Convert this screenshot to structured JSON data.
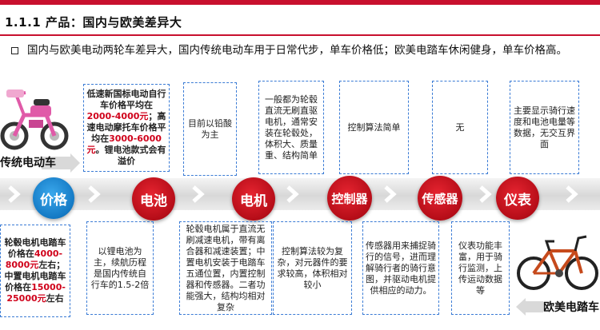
{
  "header": {
    "title": "1.1.1 产品：国内与欧美差异大"
  },
  "summary": {
    "bullet": "国内与欧美电动两轮车差异大，国内传统电动车用于日常代步，单车价格低；欧美电踏车休闲健身，单车价格高。"
  },
  "labels": {
    "domestic": "传统电动车",
    "western": "欧美电踏车"
  },
  "categories": [
    {
      "key": "price",
      "label": "价格",
      "color": "#1479c4"
    },
    {
      "key": "battery",
      "label": "电池",
      "color": "#b50d18"
    },
    {
      "key": "motor",
      "label": "电机",
      "color": "#b50d18"
    },
    {
      "key": "controller",
      "label": "控制器",
      "color": "#b50d18"
    },
    {
      "key": "sensor",
      "label": "传感器",
      "color": "#b50d18"
    },
    {
      "key": "meter",
      "label": "仪表",
      "color": "#b50d18"
    }
  ],
  "domestic_boxes": {
    "price": {
      "l1": "低速新国标电动自行车价格平均在",
      "r1": "2000-4000元",
      "l2": "；高速电动摩托车价格平均在",
      "r2": "3000-6000元",
      "l3": "。锂电池款式会有溢价"
    },
    "battery": "目前以铅酸为主",
    "motor": "一般都为轮毂直流无刷直驱电机，通常安装在轮毂处，体积大、质量重、结构简单",
    "controller": "控制算法简单",
    "sensor": "无",
    "meter": "主要显示骑行速度和电池电量等数据，无交互界面"
  },
  "western_boxes": {
    "price": {
      "l1": "轮毂电机电踏车价格在",
      "r1": "4000-8000元",
      "l2": "左右；中置电机电踏车价格在",
      "r2": "15000-25000元",
      "l3": "左右"
    },
    "battery": "以锂电池为主，续航历程是国内传统自行车的1.5-2倍",
    "motor": "轮毂电机属于直流无刷减速电机，带有离合器和减速装置；中置电机安装于电踏车五通位置，内置控制器和传感器。二者功能强大，结构均相对复杂",
    "controller": "控制算法较为复杂，对元器件的要求较高，体积相对较小",
    "sensor": "传感器用来捕捉骑行的信号，进而理解骑行者的骑行意图，并驱动电机提供相应的动力。",
    "meter": "仪表功能丰富，用于骑行监测，上传运动数据等"
  }
}
